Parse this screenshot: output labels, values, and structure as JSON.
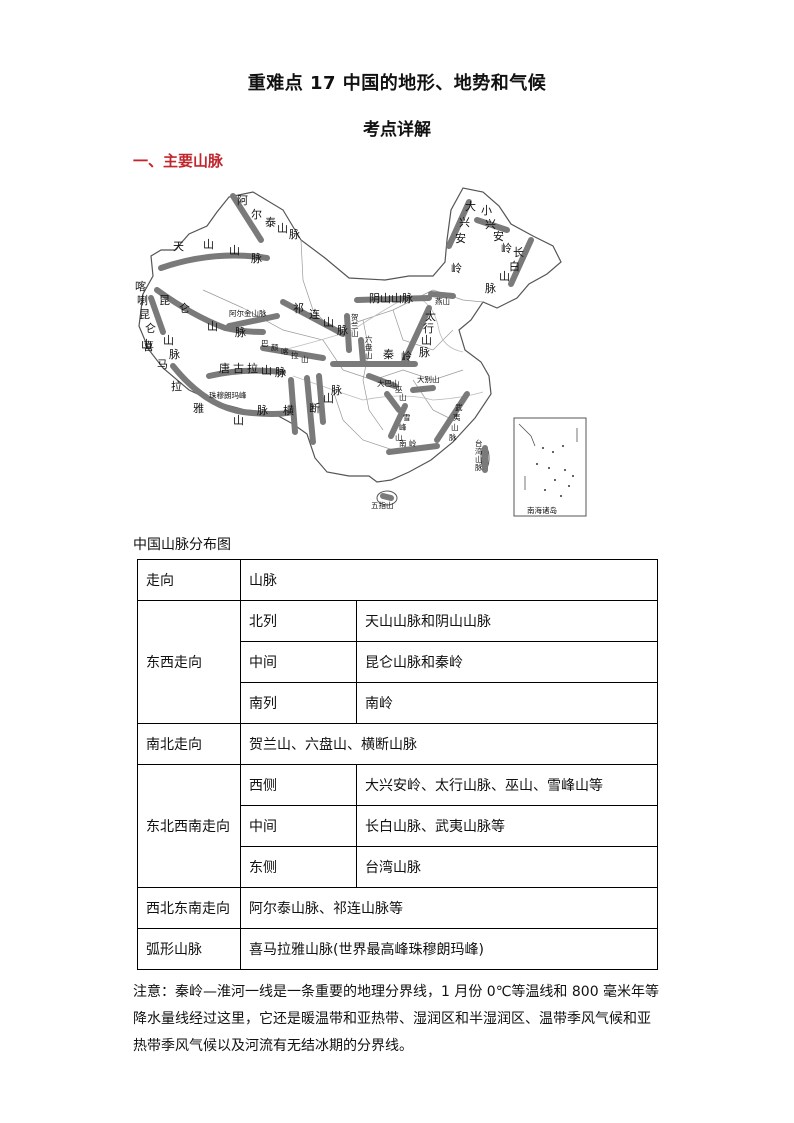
{
  "title": "重难点 17 中国的地形、地势和气候",
  "subtitle": "考点详解",
  "section_heading": "一、主要山脉",
  "map": {
    "labels": {
      "altai": [
        "阿",
        "尔",
        "泰",
        "山",
        "脉"
      ],
      "tianshan": [
        "天",
        "山",
        "山",
        "脉"
      ],
      "kunlun": [
        "昆",
        "仑",
        "山",
        "脉"
      ],
      "karakoram": [
        "喀",
        "喇",
        "昆",
        "仑",
        "山"
      ],
      "karakoram2": [
        "山",
        "脉"
      ],
      "altun": "阿尔金山脉",
      "qilian": [
        "祁",
        "连",
        "山",
        "脉"
      ],
      "bayankala": [
        "巴",
        "颜",
        "喀",
        "拉",
        "山"
      ],
      "tanggula": [
        "唐",
        "古",
        "拉",
        "山",
        "脉"
      ],
      "himalaya": [
        "喜",
        "马",
        "拉",
        "雅",
        "山",
        "脉"
      ],
      "everest": "珠穆朗玛峰",
      "hengduan": [
        "横",
        "断",
        "山",
        "脉"
      ],
      "yinshan": "阴山山脉",
      "helan": [
        "贺",
        "兰",
        "山"
      ],
      "liupan": [
        "六",
        "盘",
        "山"
      ],
      "yanshan": "燕山",
      "taihang": [
        "太",
        "行",
        "山",
        "脉"
      ],
      "qinling": [
        "秦",
        "岭"
      ],
      "dabashan": "大巴山",
      "wushan": [
        "巫",
        "山"
      ],
      "dabieshan": "大别山",
      "xuefeng": [
        "雪",
        "峰",
        "山"
      ],
      "nanling": [
        "南",
        "岭"
      ],
      "wuyi": [
        "武",
        "夷",
        "山",
        "脉"
      ],
      "taiwan": [
        "台",
        "湾",
        "山",
        "脉"
      ],
      "wuzhi": "五指山",
      "daxinganling": [
        "大",
        "兴",
        "安",
        "岭"
      ],
      "xiaoxinganling": [
        "小",
        "兴",
        "安",
        "岭"
      ],
      "changbai": [
        "长",
        "白",
        "山",
        "脉"
      ],
      "south_sea": "南海诸岛"
    }
  },
  "caption": "中国山脉分布图",
  "table": {
    "header": {
      "direction": "走向",
      "mountains": "山脉"
    },
    "ew": {
      "direction": "东西走向",
      "rows": [
        {
          "pos": "北列",
          "mountains": "天山山脉和阴山山脉"
        },
        {
          "pos": "中间",
          "mountains": "昆仑山脉和秦岭"
        },
        {
          "pos": "南列",
          "mountains": "南岭"
        }
      ]
    },
    "ns": {
      "direction": "南北走向",
      "mountains": "贺兰山、六盘山、横断山脉"
    },
    "nesw": {
      "direction": "东北西南走向",
      "rows": [
        {
          "pos": "西侧",
          "mountains": "大兴安岭、太行山脉、巫山、雪峰山等"
        },
        {
          "pos": "中间",
          "mountains": "长白山脉、武夷山脉等"
        },
        {
          "pos": "东侧",
          "mountains": "台湾山脉"
        }
      ]
    },
    "nwse": {
      "direction": "西北东南走向",
      "mountains": "阿尔泰山脉、祁连山脉等"
    },
    "arc": {
      "direction": "弧形山脉",
      "mountains": "喜马拉雅山脉(世界最高峰珠穆朗玛峰)"
    }
  },
  "note": "注意：秦岭—淮河一线是一条重要的地理分界线，1 月份 0℃等温线和 800 毫米年等降水量线经过这里，它还是暖温带和亚热带、湿润区和半湿润区、温带季风气候和亚热带季风气候以及河流有无结冰期的分界线。"
}
